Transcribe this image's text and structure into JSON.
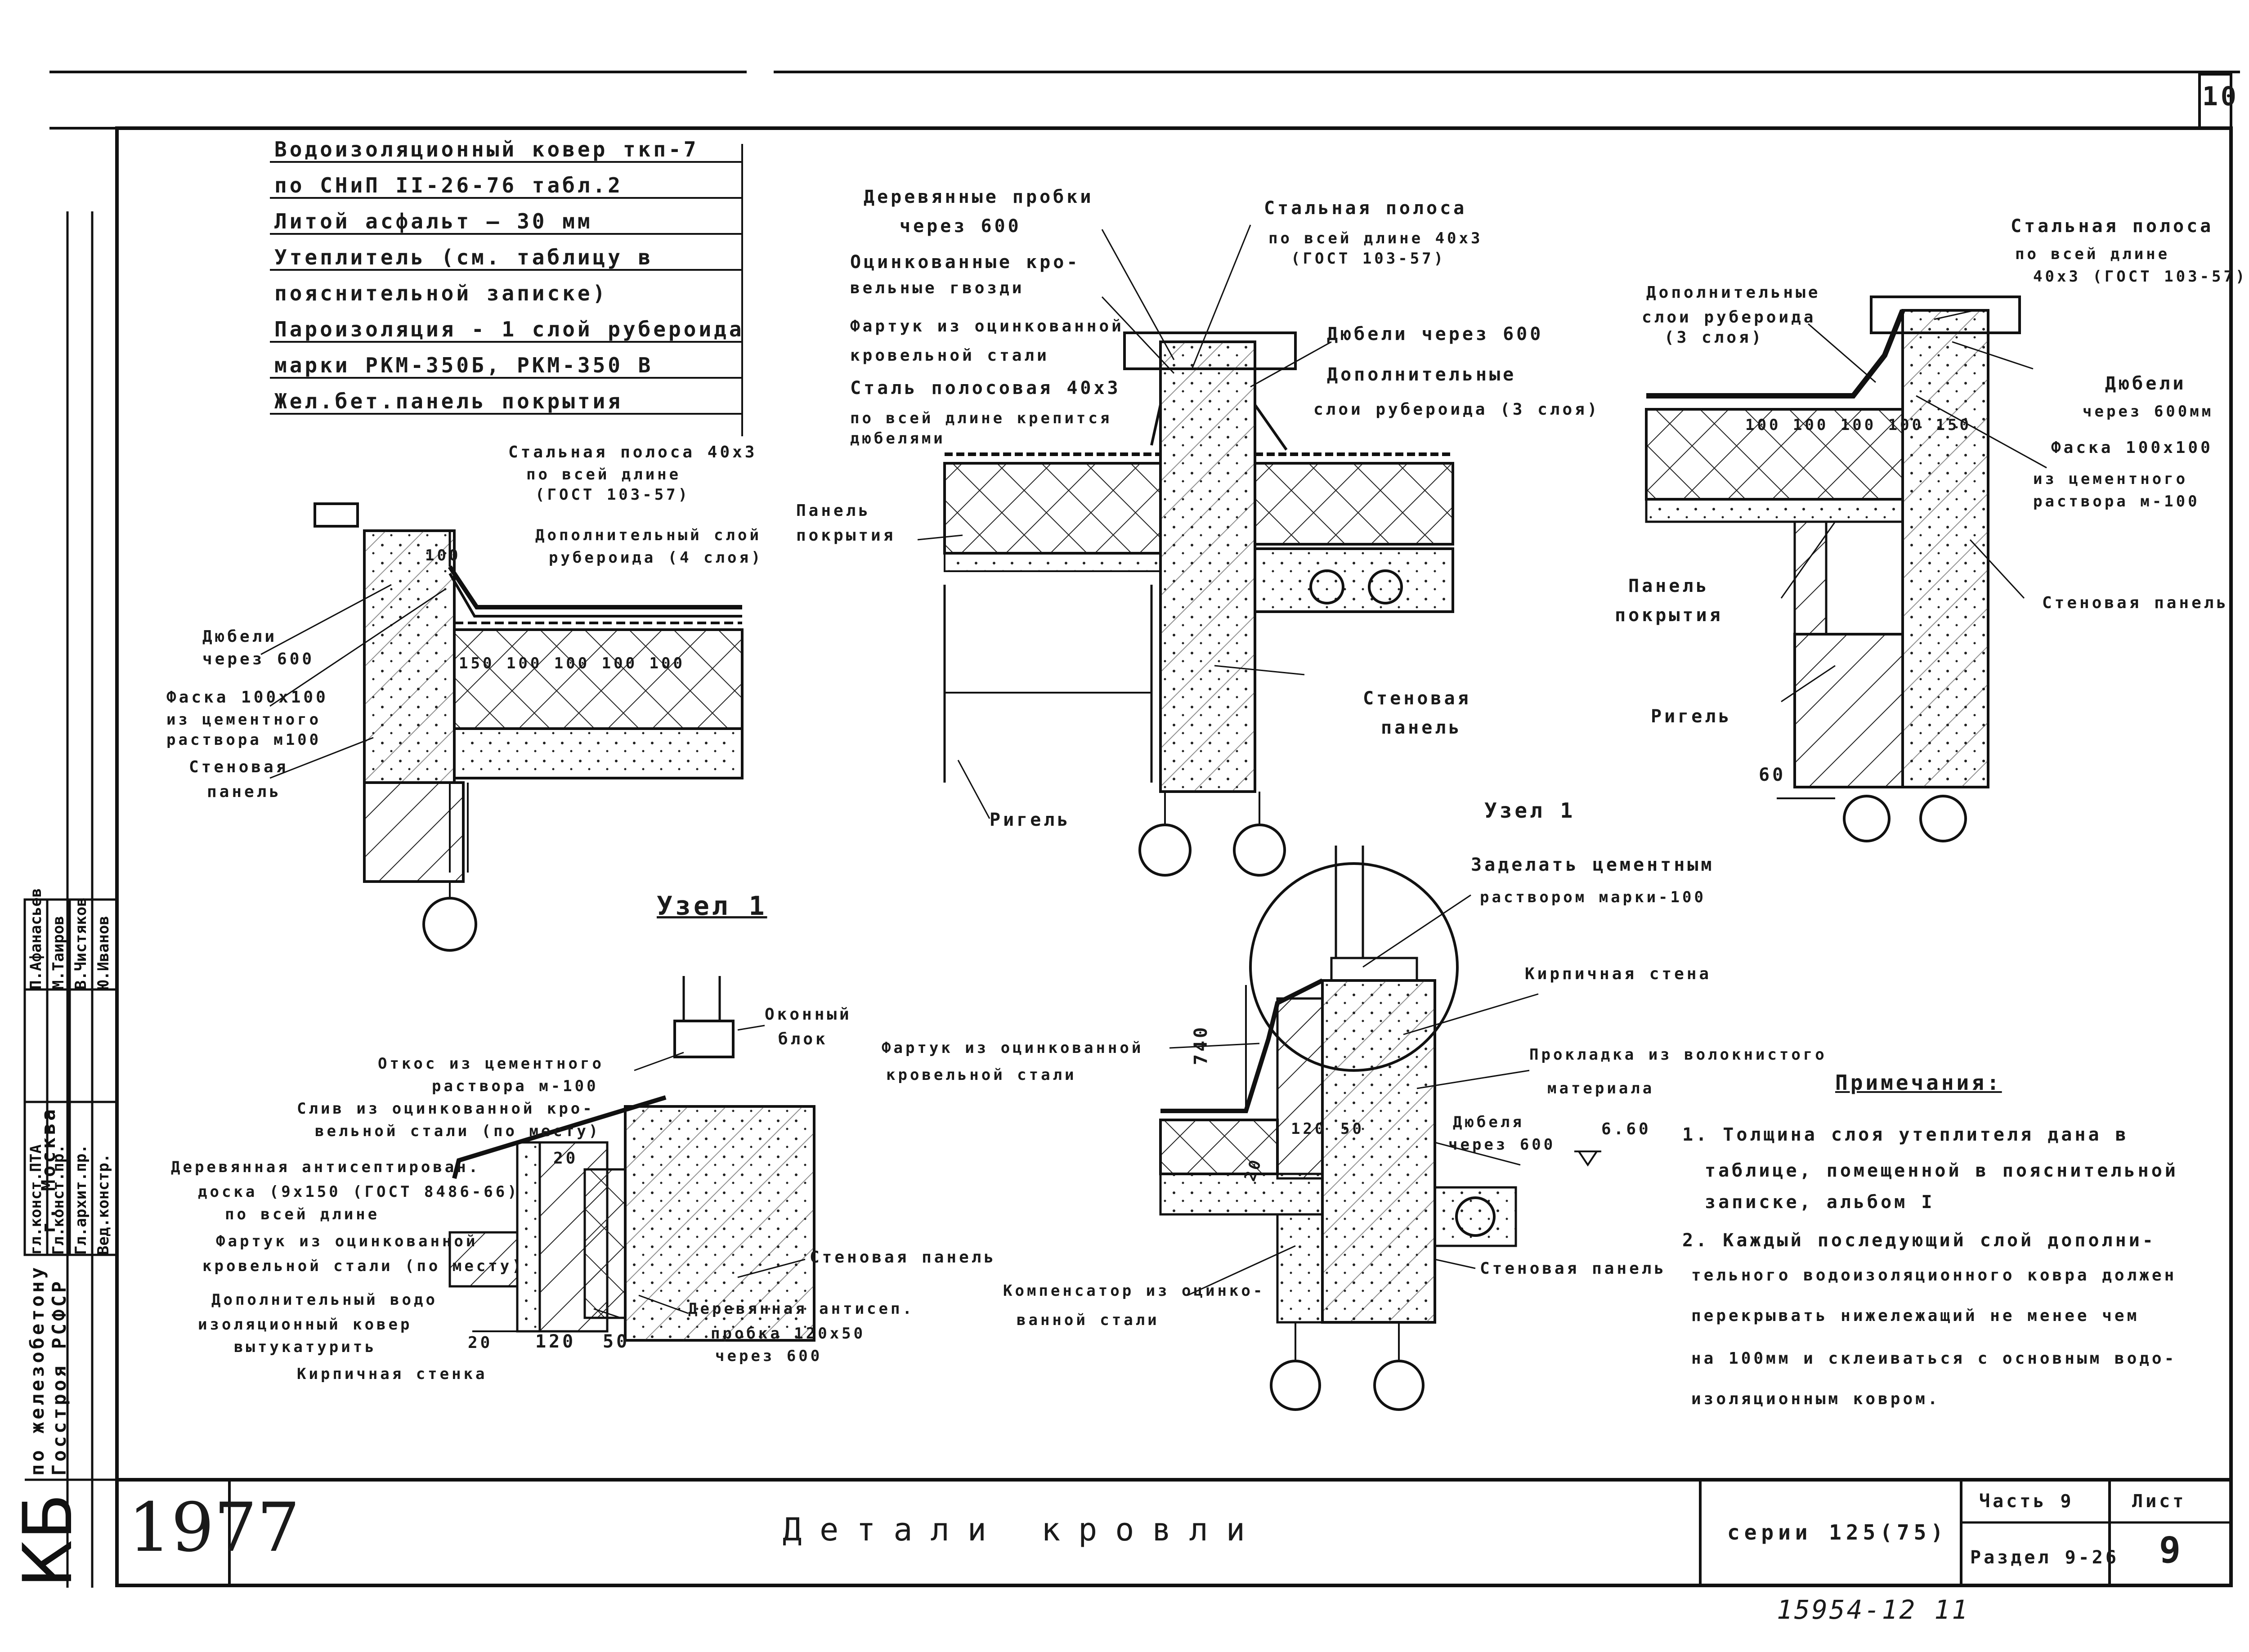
{
  "sheet": {
    "corner_number": "10",
    "title": "Детали кровли",
    "year": "1977",
    "series": "серии 125(75)",
    "part": "Часть 9",
    "section": "Раздел 9-26",
    "sheet_label": "Лист",
    "sheet_number": "9",
    "archive_number": "15954-12  11"
  },
  "org": {
    "logo": "КБ",
    "line1": "по железобетону",
    "line2": "Госстроя РСФСР",
    "city": "г. Москва"
  },
  "stamp": {
    "roles": [
      "гл.конст.ПТА",
      "Гл.конст.пр.",
      "Гл.архит.пр.",
      "Вед.констр."
    ],
    "names": [
      "П.Афанасьев",
      "М.Таиров",
      "В.Чистяков",
      "Ю.Иванов"
    ]
  },
  "layers": [
    "Водоизоляционный ковер ткп-7",
    "по СНиП II-26-76 табл.2",
    "Литой асфальт — 30 мм",
    "Утеплитель (см. таблицу в",
    "пояснительной записке)",
    "Пароизоляция - 1 слой рубероида",
    "марки РКМ-350Б, РКМ-350 В",
    "Жел.бет.панель покрытия"
  ],
  "detail1": {
    "strip": "Стальная полоса 40х3",
    "strip2": "по всей длине",
    "strip3": "(ГОСТ 103-57)",
    "extra": "Дополнительный слой",
    "extra2": "рубероида (4 слоя)",
    "dowels": "Дюбели",
    "dowels2": "через 600",
    "chamfer": "Фаска 100х100",
    "chamfer2": "из цементного",
    "chamfer3": "раствора м100",
    "wall": "Стеновая",
    "wall2": "панель",
    "dim100": "100",
    "dims": "150 100 100 100 100"
  },
  "detail2": {
    "plugs": "Деревянные пробки",
    "plugs2": "через 600",
    "nails": "Оцинкованные кро-",
    "nails2": "вельные гвозди",
    "apron": "Фартук из оцинкованной",
    "apron2": "кровельной стали",
    "strip": "Сталь полосовая 40х3",
    "strip2": "по всей длине крепится",
    "strip3": "дюбелями",
    "steel": "Стальная полоса",
    "steel2": "по всей длине 40х3",
    "steel3": "(ГОСТ 103-57)",
    "dowels": "Дюбели через 600",
    "extra": "Дополнительные",
    "extra2": "слои рубероида (3 слоя)",
    "panel": "Панель",
    "panel2": "покрытия",
    "wall": "Стеновая",
    "wall2": "панель",
    "beam": "Ригель"
  },
  "detail3": {
    "steel": "Стальная полоса",
    "steel2": "по всей длине",
    "steel3": "40х3 (ГОСТ 103-57)",
    "extra": "Дополнительные",
    "extra2": "слои рубероида",
    "extra3": "(3 слоя)",
    "dowels": "Дюбели",
    "dowels2": "через 600мм",
    "chamfer": "Фаска 100х100",
    "chamfer2": "из цементного",
    "chamfer3": "раствора м-100",
    "panel": "Панель",
    "panel2": "покрытия",
    "wall": "Стеновая панель",
    "beam": "Ригель",
    "dim60": "60",
    "dims": "100 100 100 100 150"
  },
  "detail4": {
    "title": "Узел 1",
    "window": "Оконный",
    "window2": "блок",
    "slope": "Откос из цементного",
    "slope2": "раствора м-100",
    "drain": "Слив из оцинкованной кро-",
    "drain2": "вельной стали (по месту)",
    "board": "Деревянная антисептирован.",
    "board2": "доска (9х150 (ГОСТ 8486-66)",
    "board3": "по всей длине",
    "apron": "Фартук из оцинкованной",
    "apron2": "кровельной стали (по месту)",
    "extra": "Дополнительный водо",
    "extra2": "изоляционный ковер",
    "extra3": "вытукатурить",
    "brick": "Кирпичная стенка",
    "wall": "Стеновая панель",
    "plug": "Деревянная антисеп.",
    "plug2": "пробка 120х50",
    "plug3": "через 600",
    "d20": "20",
    "d120": "120",
    "d50": "50",
    "d20b": "20"
  },
  "detail5": {
    "title": "Узел 1",
    "seal": "Заделать цементным",
    "seal2": "раствором марки-100",
    "brick": "Кирпичная стена",
    "apron": "Фартук из оцинкованной",
    "apron2": "кровельной стали",
    "gasket": "Прокладка из волокнистого",
    "gasket2": "материала",
    "dowels": "Дюбеля",
    "dowels2": "через 600",
    "mark": "6.60",
    "wall": "Стеновая панель",
    "comp": "Компенсатор из оцинко-",
    "comp2": "ванной стали",
    "d740": "740",
    "d120": "120",
    "d50": "50",
    "d20": "20"
  },
  "notes": {
    "heading": "Примечания:",
    "lines": [
      "1. Толщина слоя утеплителя дана в",
      "таблице, помещенной в пояснительной",
      "записке, альбом I",
      "2. Каждый последующий слой дополни-",
      "тельного водоизоляционного ковра должен",
      "перекрывать нижележащий не менее чем",
      "на 100мм и склеиваться с основным водо-",
      "изоляционным ковром."
    ]
  }
}
